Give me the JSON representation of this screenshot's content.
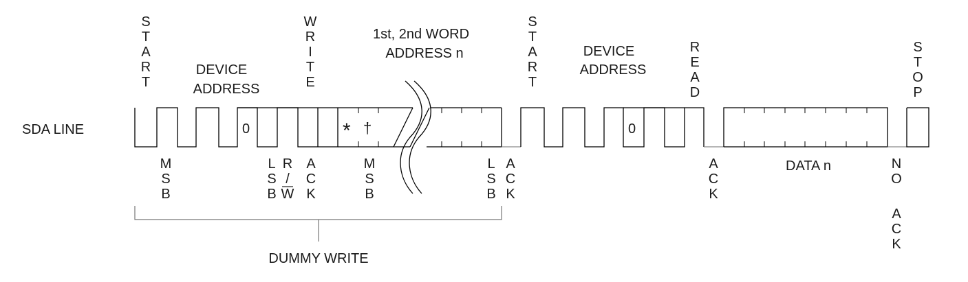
{
  "signal_label": "SDA LINE",
  "top_labels": {
    "start_1": "START",
    "device_address_1": [
      "DEVICE",
      "ADDRESS"
    ],
    "write": "WRITE",
    "word_address": [
      "1st, 2nd WORD",
      "ADDRESS n"
    ],
    "start_2": "START",
    "device_address_2": [
      "DEVICE",
      "ADDRESS"
    ],
    "read": "READ",
    "stop": "STOP"
  },
  "bit_values": {
    "device_bit_1": "0",
    "device_bit_2": "0",
    "asterisk": "*",
    "dagger": "†"
  },
  "bottom_labels": {
    "msb_1": "MSB",
    "lsb_1": "LSB",
    "rw": [
      "R",
      "/",
      "W"
    ],
    "ack_1": "ACK",
    "msb_2": "MSB",
    "lsb_2": "LSB",
    "ack_2": "ACK",
    "ack_3": "ACK",
    "data_n": "DATA n",
    "no": "NO",
    "ack_4": "ACK"
  },
  "dummy_write_label": "DUMMY WRITE"
}
